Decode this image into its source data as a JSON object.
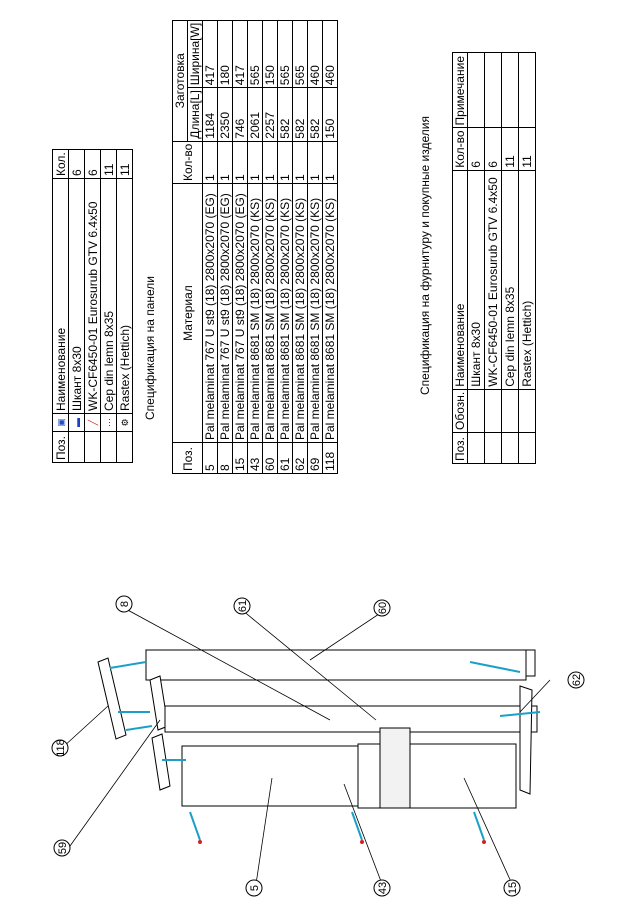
{
  "small_table": {
    "headers": {
      "pos": "Поз.",
      "name": "Наименование",
      "qty": "Кол."
    },
    "icon_header": "🖼",
    "rows": [
      {
        "icon": "dowel-icon",
        "glyph": "▬",
        "color": "#1a3fc4",
        "name": "Шкант 8x30",
        "qty": "6"
      },
      {
        "icon": "screw-icon",
        "glyph": "╱",
        "color": "#d42020",
        "name": "WK-CF6450-01 Eurosurub GTV 6.4x50",
        "qty": "6"
      },
      {
        "icon": "edge-band-icon",
        "glyph": "⋯",
        "color": "#2040c0",
        "name": "Cep din lemn 8x35",
        "qty": "11"
      },
      {
        "icon": "rastex-icon",
        "glyph": "⚙",
        "color": "#000000",
        "name": "Rastex (Hettich)",
        "qty": "11"
      }
    ]
  },
  "panels_table": {
    "caption": "Спецификация на панели",
    "headers": {
      "pos": "Поз.",
      "material": "Материал",
      "qty": "Кол-во",
      "blank": "Заготовка",
      "length": "Длина[L]",
      "width": "Ширина[W]"
    },
    "rows": [
      {
        "pos": "5",
        "material": "Pal melaminat 767 U st9 (18) 2800x2070 (EG)",
        "qty": "1",
        "length": "1184",
        "width": "417"
      },
      {
        "pos": "8",
        "material": "Pal melaminat 767 U st9 (18) 2800x2070 (EG)",
        "qty": "1",
        "length": "2350",
        "width": "180"
      },
      {
        "pos": "15",
        "material": "Pal melaminat 767 U st9 (18) 2800x2070 (EG)",
        "qty": "1",
        "length": "746",
        "width": "417"
      },
      {
        "pos": "43",
        "material": "Pal melaminat 8681 SM (18) 2800x2070 (KS)",
        "qty": "1",
        "length": "2061",
        "width": "565"
      },
      {
        "pos": "60",
        "material": "Pal melaminat 8681 SM (18) 2800x2070 (KS)",
        "qty": "1",
        "length": "2257",
        "width": "150"
      },
      {
        "pos": "61",
        "material": "Pal melaminat 8681 SM (18) 2800x2070 (KS)",
        "qty": "1",
        "length": "582",
        "width": "565"
      },
      {
        "pos": "62",
        "material": "Pal melaminat 8681 SM (18) 2800x2070 (KS)",
        "qty": "1",
        "length": "582",
        "width": "565"
      },
      {
        "pos": "69",
        "material": "Pal melaminat 8681 SM (18) 2800x2070 (KS)",
        "qty": "1",
        "length": "582",
        "width": "460"
      },
      {
        "pos": "118",
        "material": "Pal melaminat 8681 SM (18) 2800x2070 (KS)",
        "qty": "1",
        "length": "150",
        "width": "460"
      }
    ]
  },
  "hardware_table": {
    "caption": "Спецификация на фурнитуру и покупные изделия",
    "headers": {
      "pos": "Поз.",
      "designation": "Обозн.",
      "name": "Наименование",
      "qty": "Кол-во",
      "note": "Примечание"
    },
    "rows": [
      {
        "pos": "",
        "designation": "",
        "name": "Шкант 8x30",
        "qty": "6",
        "note": ""
      },
      {
        "pos": "",
        "designation": "",
        "name": "WK-CF6450-01 Eurosurub GTV 6.4x50",
        "qty": "6",
        "note": ""
      },
      {
        "pos": "",
        "designation": "",
        "name": "Cep din lemn 8x35",
        "qty": "11",
        "note": ""
      },
      {
        "pos": "",
        "designation": "",
        "name": "Rastex (Hettich)",
        "qty": "11",
        "note": ""
      }
    ]
  },
  "callouts": [
    "5",
    "8",
    "15",
    "43",
    "59",
    "60",
    "61",
    "62",
    "118"
  ]
}
